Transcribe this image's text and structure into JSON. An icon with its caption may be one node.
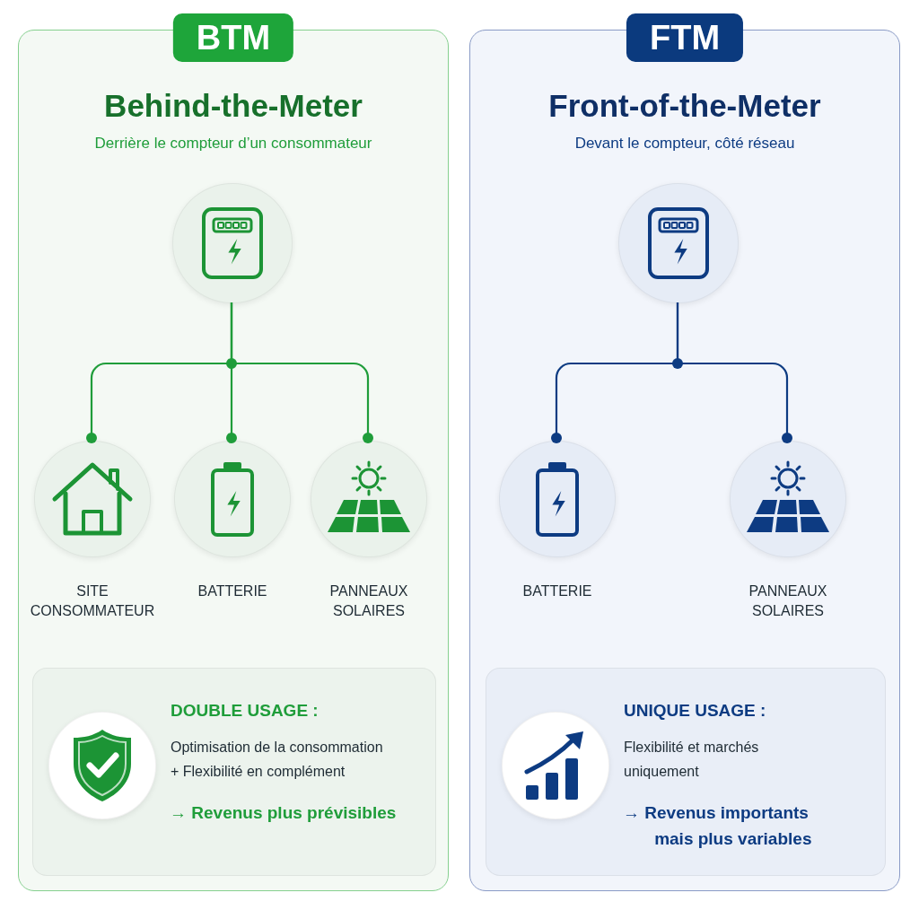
{
  "diagram": {
    "nodes": [
      {
        "text": [
          "BTM",
          "Behind-the-Meter",
          "Derrière le compteur d’un consommateur"
        ]
      },
      {
        "text": [],
        "shape": "circle",
        "in": 0
      },
      {
        "text": [
          "SITE CONSOMMATEUR"
        ],
        "in": 0
      },
      {
        "text": [
          "BATTERIE"
        ],
        "in": 0
      },
      {
        "text": [
          "PANNEAUX SOLAIRES"
        ],
        "in": 0
      },
      {
        "text": [
          "DOUBLE USAGE :",
          "Optimisation de la consommation + Flexibilité en complément",
          "→ Revenus plus prévisibles"
        ],
        "in": 0
      },
      {
        "text": [
          "FTM",
          "Front-of-the-Meter",
          "Devant le compteur, côté réseau"
        ]
      },
      {
        "text": [],
        "shape": "circle",
        "in": 6
      },
      {
        "text": [
          "BATTERIE"
        ],
        "in": 6
      },
      {
        "text": [
          "PANNEAUX SOLAIRES"
        ],
        "in": 6
      },
      {
        "text": [
          "UNIQUE USAGE :",
          "Flexibilité et marchés uniquement",
          "→ Revenus importants mais plus variables"
        ],
        "in": 6
      }
    ],
    "edges": [
      {
        "from": 1,
        "to": 2,
        "arrow": "other"
      },
      {
        "from": 1,
        "to": 3,
        "arrow": "other"
      },
      {
        "from": 1,
        "to": 4,
        "arrow": "other"
      },
      {
        "from": 7,
        "to": 8,
        "arrow": "other",
        "color": "#0d3b82"
      },
      {
        "from": 7,
        "to": 9,
        "arrow": "other",
        "color": "#0d3b82"
      }
    ]
  }
}
